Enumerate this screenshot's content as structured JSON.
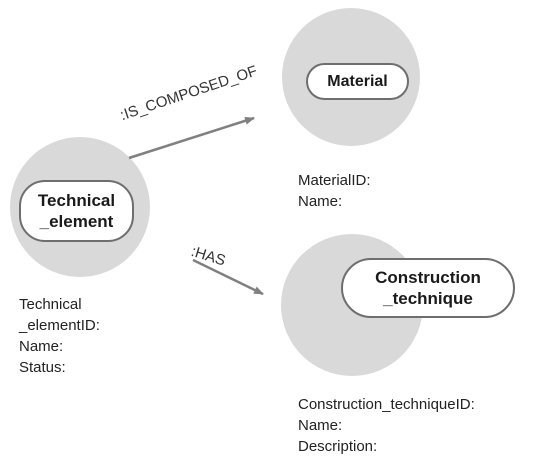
{
  "nodes": {
    "technical_element": {
      "label": "Technical\n_element",
      "properties": [
        "Technical",
        "_elementID:",
        "Name:",
        "Status:"
      ]
    },
    "material": {
      "label": "Material",
      "properties": [
        "MaterialID:",
        "Name:"
      ]
    },
    "construction_technique": {
      "label": "Construction\n_technique",
      "properties": [
        "Construction_techniqueID:",
        "Name:",
        "Description:"
      ]
    }
  },
  "relationships": {
    "is_composed_of": ":IS_COMPOSED_OF",
    "has": ":HAS"
  },
  "colors": {
    "node_fill": "#d9d9d9",
    "arrow": "#808080",
    "label_border": "#6e6e6e"
  }
}
